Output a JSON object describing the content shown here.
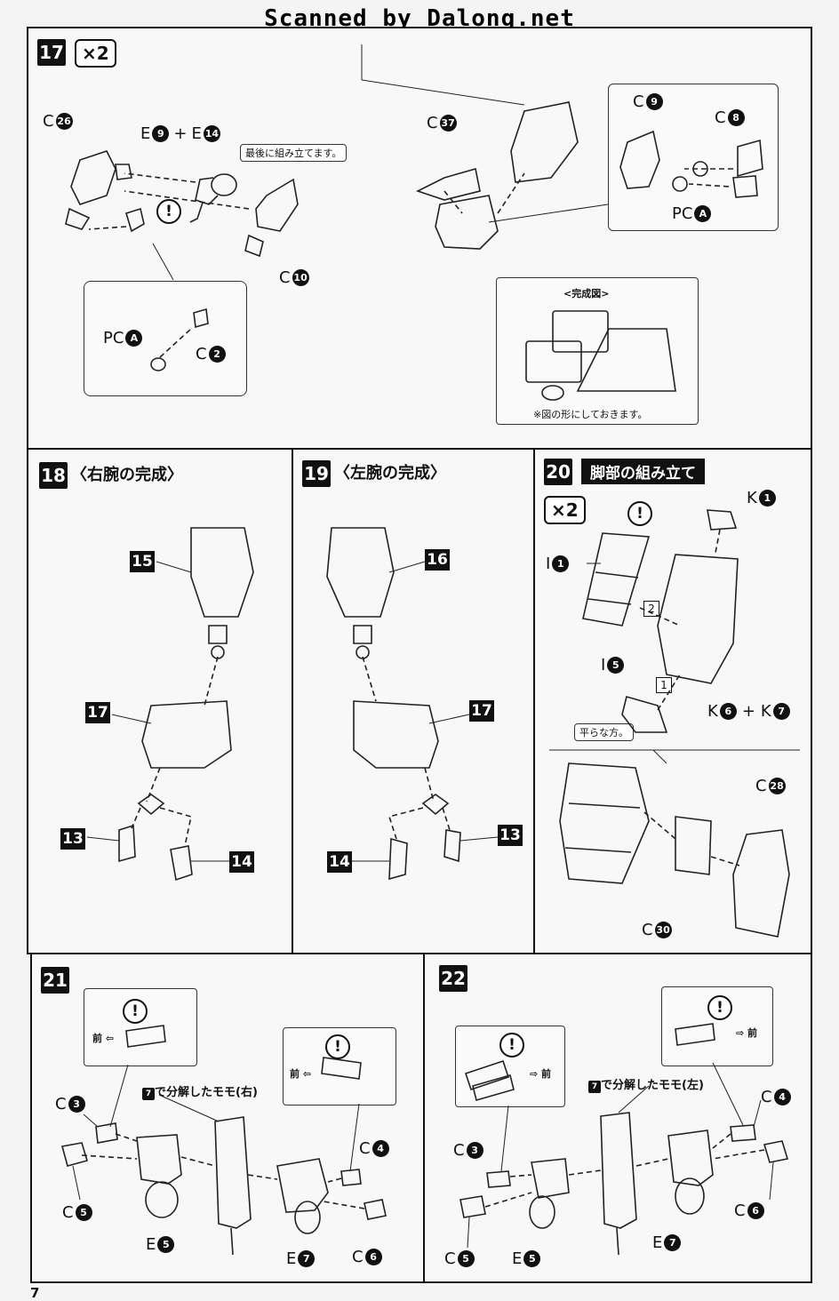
{
  "banner": "Scanned by Dalong.net",
  "page_number": "7",
  "step17": {
    "num": "17",
    "mult": "×2",
    "labels": {
      "c26_pre": "C",
      "c26": "26",
      "e9_pre": "E",
      "e9": "9",
      "plus": "+",
      "e14_pre": "E",
      "e14": "14",
      "note_last": "最後に組み立てます。",
      "c10_pre": "C",
      "c10": "10",
      "pca_pre": "PC",
      "pca": "A",
      "c2_pre": "C",
      "c2": "2",
      "c37_pre": "C",
      "c37": "37",
      "c9_pre": "C",
      "c9": "9",
      "c8_pre": "C",
      "c8": "8",
      "pca2_pre": "PC",
      "pca2": "A",
      "complete_title": "<完成図>",
      "complete_note": "※図の形にしておきます。"
    }
  },
  "step18": {
    "num": "18",
    "title": "〈右腕の完成〉",
    "ref15": "15",
    "ref17": "17",
    "ref13": "13",
    "ref14": "14"
  },
  "step19": {
    "num": "19",
    "title": "〈左腕の完成〉",
    "ref16": "16",
    "ref17": "17",
    "ref13": "13",
    "ref14": "14"
  },
  "step20": {
    "num": "20",
    "title": "脚部の組み立て",
    "mult": "×2",
    "k1_pre": "K",
    "k1": "1",
    "i1_pre": "I",
    "i1": "1",
    "i5_pre": "I",
    "i5": "5",
    "seq1": "1",
    "seq2": "2",
    "note_flat": "平らな方。",
    "k6_pre": "K",
    "k6": "6",
    "plus": "+",
    "k7_pre": "K",
    "k7": "7",
    "c28_pre": "C",
    "c28": "28",
    "c30_pre": "C",
    "c30": "30"
  },
  "step21": {
    "num": "21",
    "front1": "前",
    "front2": "前",
    "thigh": "で分解したモモ(右)",
    "thigh_ref": "7",
    "c3_pre": "C",
    "c3": "3",
    "c4_pre": "C",
    "c4": "4",
    "c5_pre": "C",
    "c5": "5",
    "e5_pre": "E",
    "e5": "5",
    "e7_pre": "E",
    "e7": "7",
    "c6_pre": "C",
    "c6": "6"
  },
  "step22": {
    "num": "22",
    "front1": "前",
    "front2": "前",
    "thigh": "で分解したモモ(左)",
    "thigh_ref": "7",
    "c3_pre": "C",
    "c3": "3",
    "c4_pre": "C",
    "c4": "4",
    "c5_pre": "C",
    "c5": "5",
    "e5_pre": "E",
    "e5": "5",
    "e7_pre": "E",
    "e7": "7",
    "c6_pre": "C",
    "c6": "6"
  }
}
